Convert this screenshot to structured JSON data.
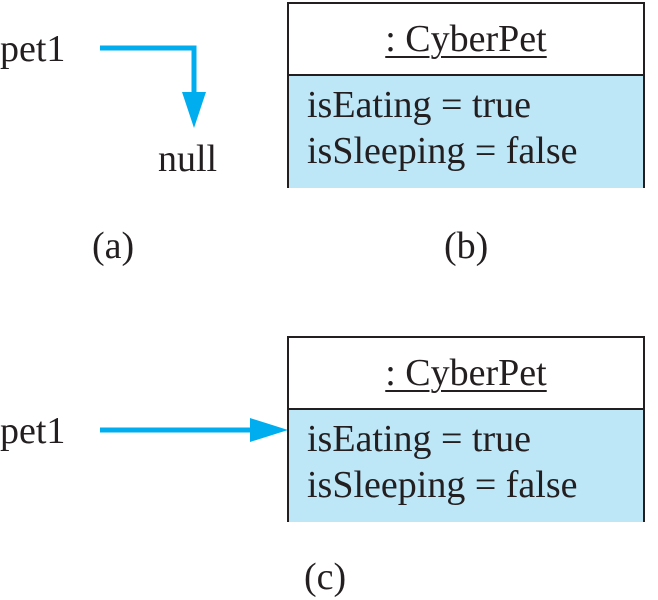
{
  "panel_a": {
    "variable": "pet1",
    "target": "null",
    "caption": "(a)"
  },
  "panel_b": {
    "object_title": ": CyberPet",
    "attributes": [
      "isEating = true",
      "isSleeping = false"
    ],
    "caption": "(b)"
  },
  "panel_c": {
    "variable": "pet1",
    "object_title": ": CyberPet",
    "attributes": [
      "isEating = true",
      "isSleeping = false"
    ],
    "caption": "(c)"
  },
  "colors": {
    "arrow": "#00aeef",
    "attribute_fill": "#bde6f7",
    "ink": "#231f20"
  }
}
